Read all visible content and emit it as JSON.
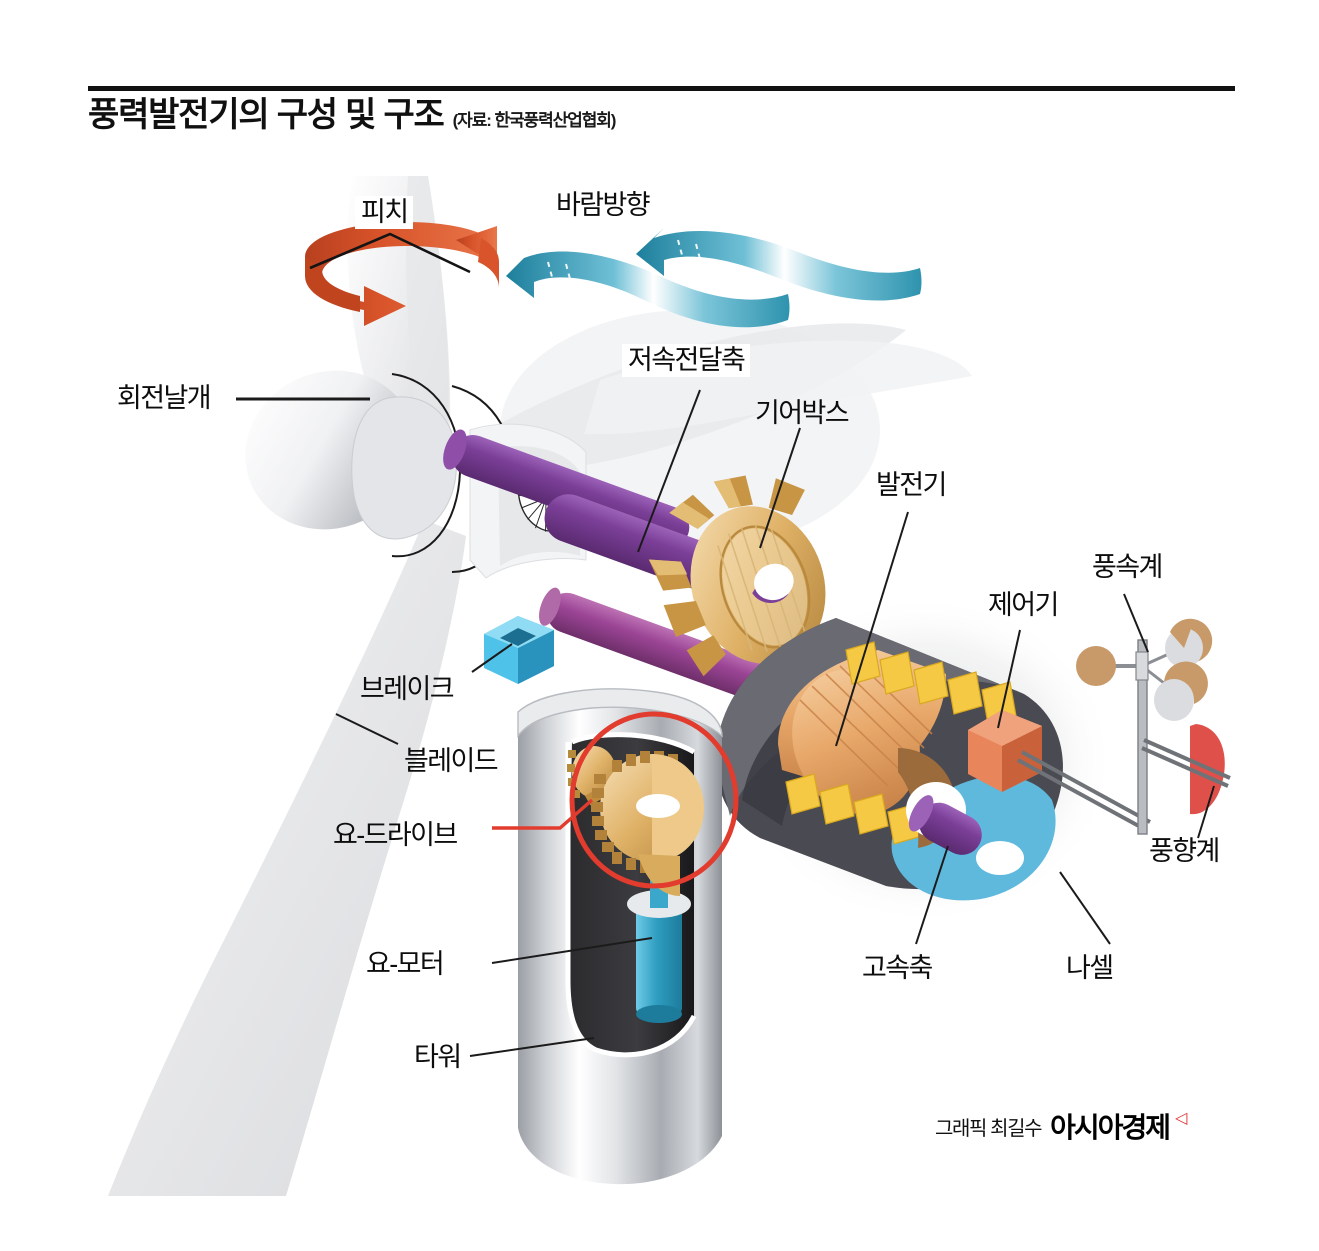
{
  "header": {
    "title": "풍력발전기의 구성 및 구조",
    "source": "(자료: 한국풍력산업협회)"
  },
  "labels": {
    "pitch": "피치",
    "wind_direction": "바람방향",
    "rotor_blade": "회전날개",
    "low_speed_shaft": "저속전달축",
    "gearbox": "기어박스",
    "generator": "발전기",
    "controller": "제어기",
    "anemometer": "풍속계",
    "wind_vane": "풍향계",
    "brake": "브레이크",
    "blade": "블레이드",
    "yaw_drive": "요-드라이브",
    "yaw_motor": "요-모터",
    "tower": "타워",
    "high_speed_shaft": "고속축",
    "nacelle": "나셀"
  },
  "credit": {
    "by": "그래픽 최길수",
    "brand": "아시아경제",
    "mark": "◁"
  },
  "colors": {
    "rule": "#111111",
    "pitch_arrow": "#d9542a",
    "wind_arrow": "#2f8fad",
    "shaft_purple": "#7b3f98",
    "shaft_magenta": "#9c4596",
    "brake_cyan": "#4fc2e9",
    "gear_gold": "#c89a4a",
    "generator_orange": "#e8a86a",
    "generator_yellow": "#f5c944",
    "nacelle_dark": "#4a4a52",
    "nacelle_blue": "#5fb9dd",
    "controller_orange": "#e8855a",
    "yaw_highlight": "#e23c2e",
    "vane_red": "#e0504a",
    "tower_silver": "#c9ccd1",
    "blade_grey": "#dcdde0"
  }
}
